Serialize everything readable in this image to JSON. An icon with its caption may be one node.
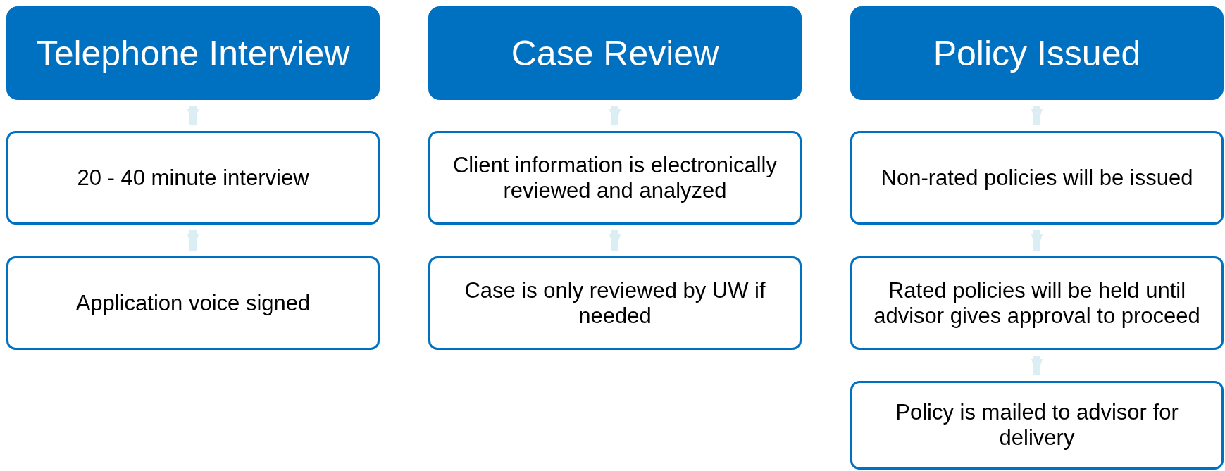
{
  "diagram": {
    "nodes": [
      {
        "text": [
          "Telephone Interview"
        ]
      },
      {
        "text": [
          "20 - 40 minute interview"
        ]
      },
      {
        "text": [
          "Application voice signed"
        ]
      },
      {
        "text": [
          "Case Review"
        ]
      },
      {
        "text": [
          "Client information is electronically reviewed and analyzed"
        ]
      },
      {
        "text": [
          "Case is only reviewed by UW if needed"
        ]
      },
      {
        "text": [
          "Policy Issued"
        ]
      },
      {
        "text": [
          "Non-rated policies will be issued"
        ]
      },
      {
        "text": [
          "Rated policies will be held until advisor gives approval to proceed"
        ]
      },
      {
        "text": [
          "Policy is mailed to advisor for delivery"
        ]
      }
    ],
    "edges": [
      {
        "from": 0,
        "to": 1,
        "arrow": "to"
      },
      {
        "from": 1,
        "to": 2,
        "arrow": "to"
      },
      {
        "from": 3,
        "to": 4,
        "arrow": "to"
      },
      {
        "from": 4,
        "to": 5,
        "arrow": "to"
      },
      {
        "from": 6,
        "to": 7,
        "arrow": "to"
      },
      {
        "from": 7,
        "to": 8,
        "arrow": "to"
      },
      {
        "from": 8,
        "to": 9,
        "arrow": "to"
      }
    ]
  }
}
